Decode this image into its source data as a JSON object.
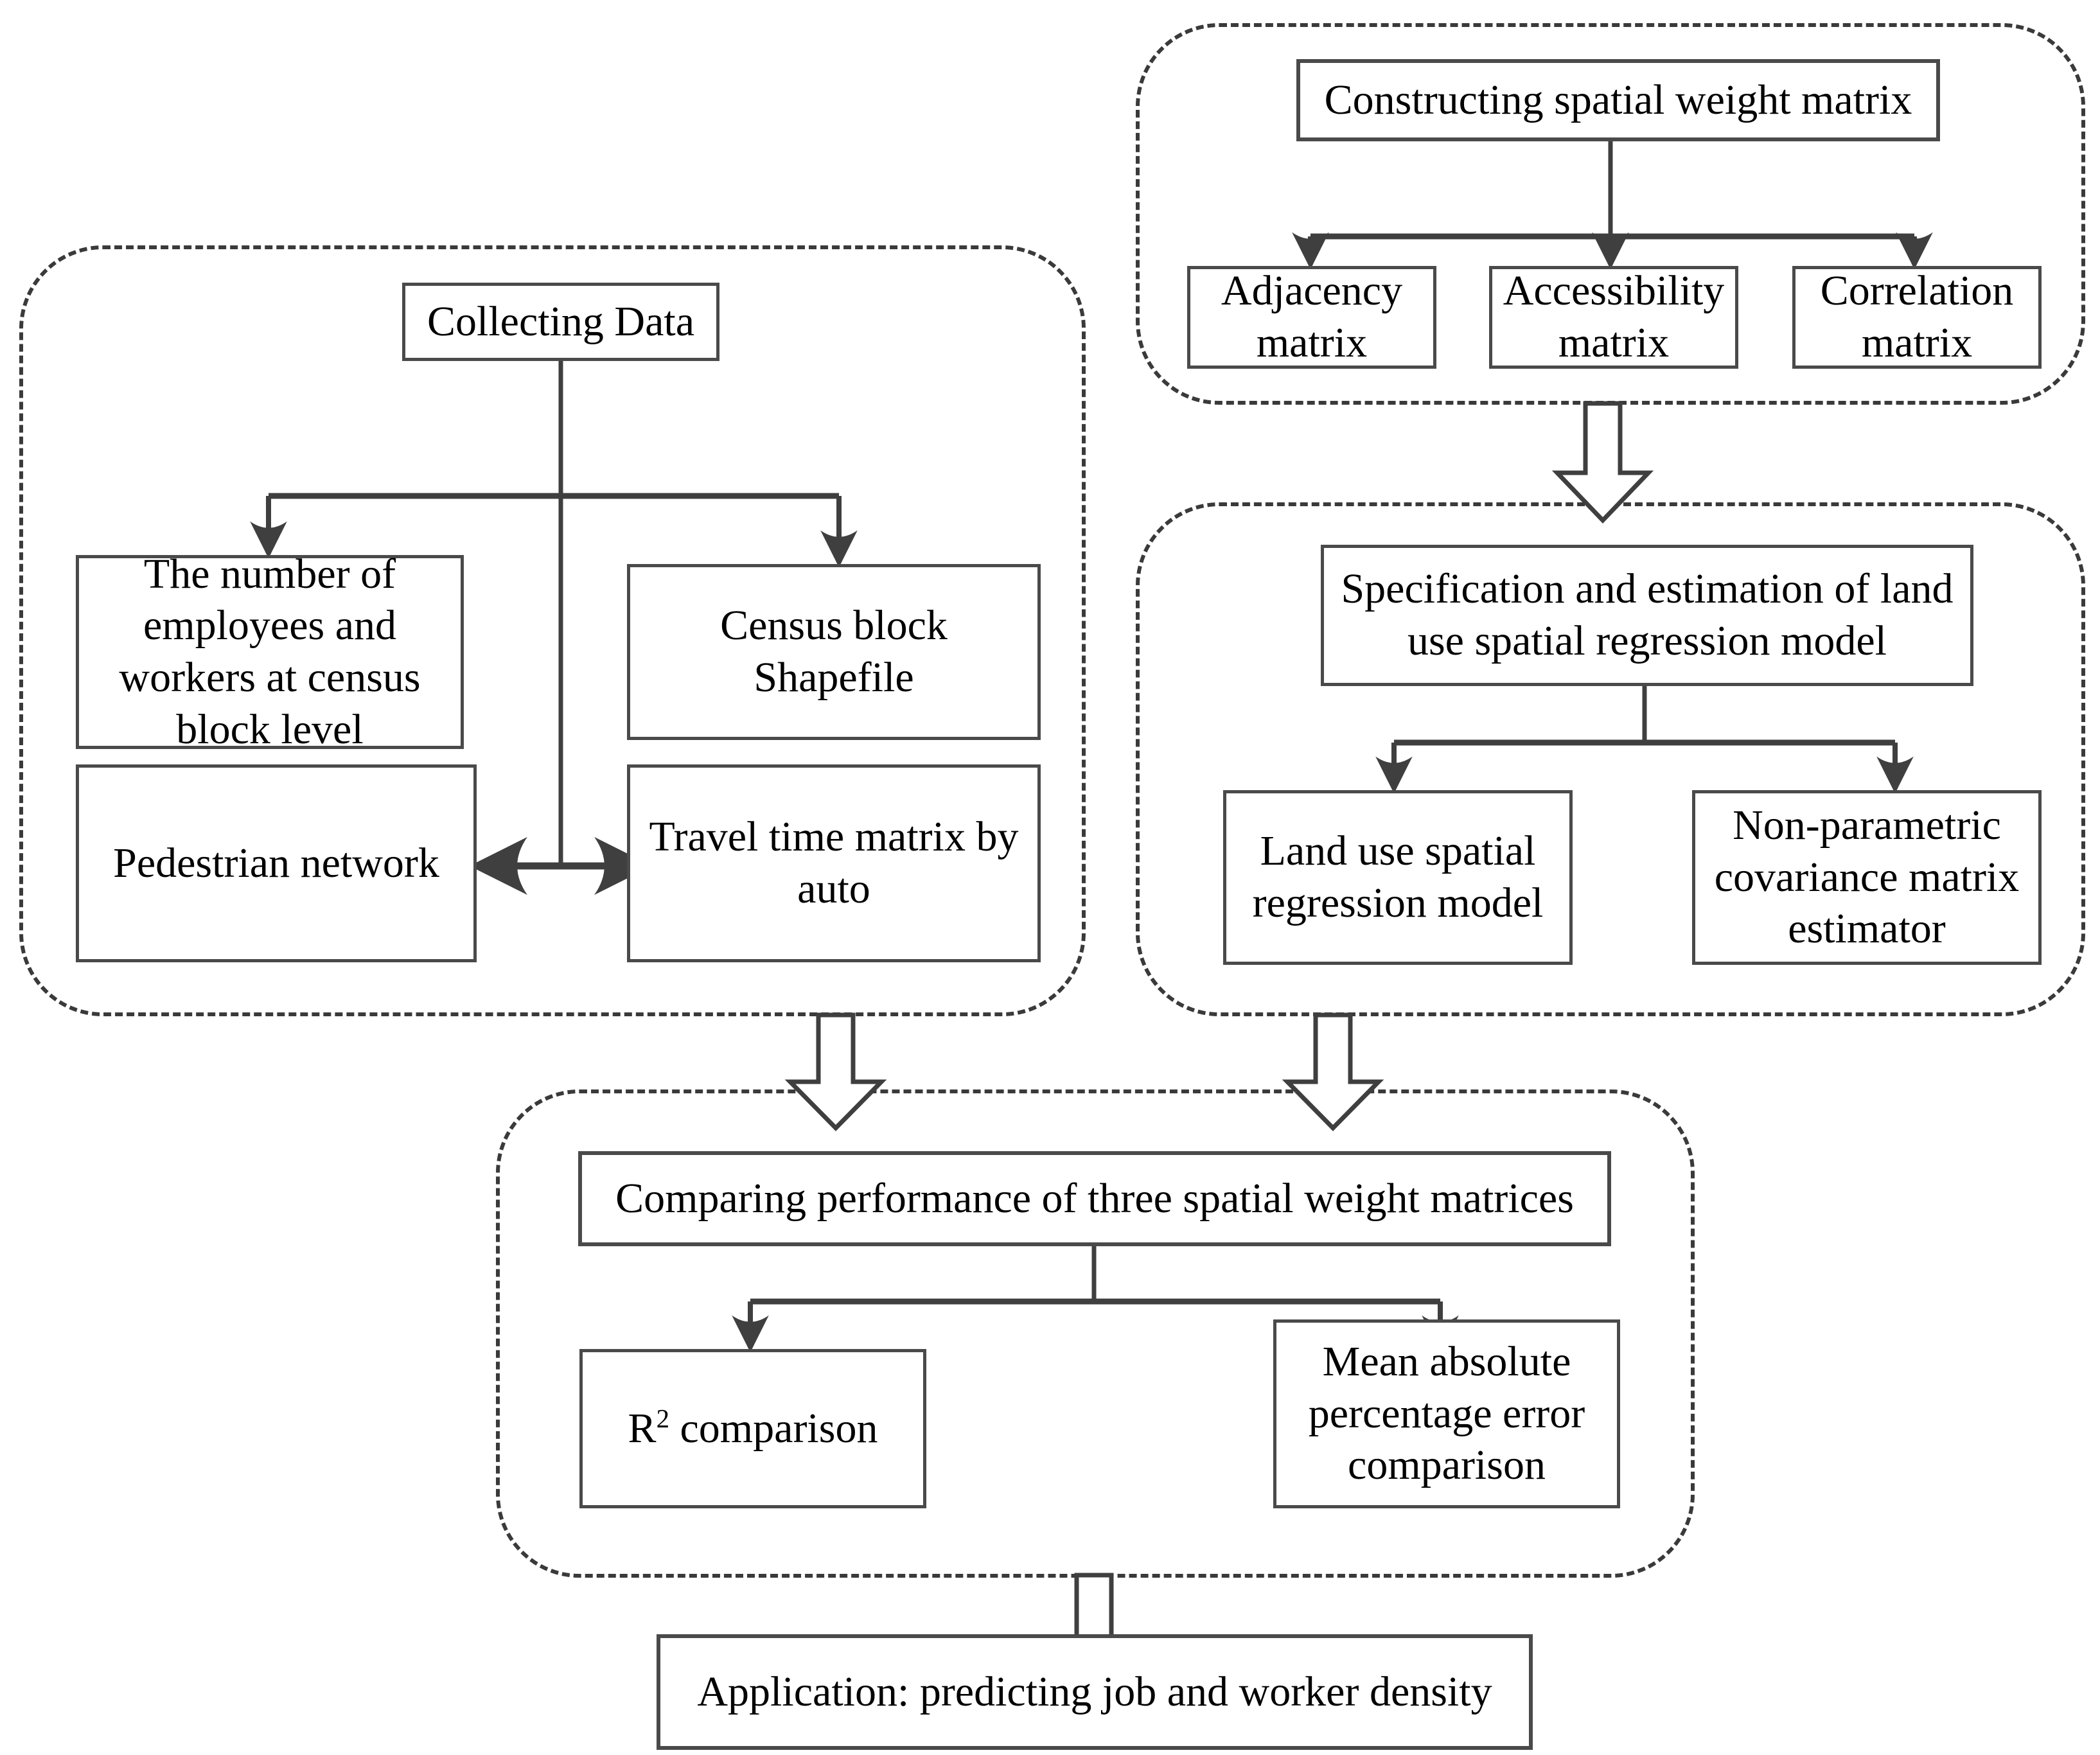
{
  "diagram": {
    "title": "Research framework flowchart for land use spatial regression modeling",
    "colors": {
      "node_border": "#4a4a4a",
      "group_border": "#3a3a3a",
      "connector": "#3f3f3f",
      "background": "#ffffff",
      "text": "#000000"
    },
    "groups": [
      {
        "id": "data-collection-group",
        "label": "Collecting Data stage"
      },
      {
        "id": "spatial-weight-group",
        "label": "Constructing spatial weight matrix stage"
      },
      {
        "id": "model-estimation-group",
        "label": "Specification and estimation stage"
      },
      {
        "id": "comparison-group",
        "label": "Comparing performance stage"
      }
    ],
    "nodes": {
      "collecting_data": "Collecting Data",
      "employees_workers": "The number of employees and workers at census block level",
      "census_shapefile": "Census block Shapefile",
      "pedestrian_network": "Pedestrian network",
      "travel_time_matrix": "Travel time matrix by auto",
      "constructing_weight_matrix": "Constructing spatial weight matrix",
      "adjacency_matrix": "Adjacency matrix",
      "accessibility_matrix": "Accessibility matrix",
      "correlation_matrix": "Correlation matrix",
      "specification_estimation": "Specification and estimation of land use spatial regression model",
      "land_use_model": "Land use spatial regression model",
      "nonparametric_estimator": "Non-parametric covariance matrix estimator",
      "comparing_performance": "Comparing performance of three spatial weight matrices",
      "r2_comparison_prefix": "R",
      "r2_comparison_sup": "2",
      "r2_comparison_suffix": " comparison",
      "mape_comparison": "Mean absolute percentage error comparison",
      "application": "Application: predicting job and worker density"
    },
    "connectors": [
      {
        "id": "collecting-to-employees",
        "type": "tree-arrow",
        "from": "collecting_data",
        "to": "employees_workers"
      },
      {
        "id": "collecting-to-shapefile",
        "type": "tree-arrow",
        "from": "collecting_data",
        "to": "census_shapefile"
      },
      {
        "id": "pedestrian-travel-link",
        "type": "double-arrow",
        "from": "pedestrian_network",
        "to": "travel_time_matrix"
      },
      {
        "id": "weight-to-adjacency",
        "type": "tree-arrow",
        "from": "constructing_weight_matrix",
        "to": "adjacency_matrix"
      },
      {
        "id": "weight-to-accessibility",
        "type": "tree-arrow",
        "from": "constructing_weight_matrix",
        "to": "accessibility_matrix"
      },
      {
        "id": "weight-to-correlation",
        "type": "tree-arrow",
        "from": "constructing_weight_matrix",
        "to": "correlation_matrix"
      },
      {
        "id": "spec-to-landuse",
        "type": "tree-arrow",
        "from": "specification_estimation",
        "to": "land_use_model"
      },
      {
        "id": "spec-to-nonparametric",
        "type": "tree-arrow",
        "from": "specification_estimation",
        "to": "nonparametric_estimator"
      },
      {
        "id": "comparing-to-r2",
        "type": "tree-arrow",
        "from": "comparing_performance",
        "to": "r2_comparison"
      },
      {
        "id": "comparing-to-mape",
        "type": "tree-arrow",
        "from": "comparing_performance",
        "to": "mape_comparison"
      },
      {
        "id": "weight-group-to-model-group",
        "type": "block-arrow",
        "from": "spatial-weight-group",
        "to": "model-estimation-group"
      },
      {
        "id": "data-group-to-comparison",
        "type": "block-arrow",
        "from": "data-collection-group",
        "to": "comparison-group"
      },
      {
        "id": "model-group-to-comparison",
        "type": "block-arrow",
        "from": "model-estimation-group",
        "to": "comparison-group"
      },
      {
        "id": "comparison-to-application",
        "type": "block-arrow",
        "from": "comparison-group",
        "to": "application"
      }
    ]
  }
}
